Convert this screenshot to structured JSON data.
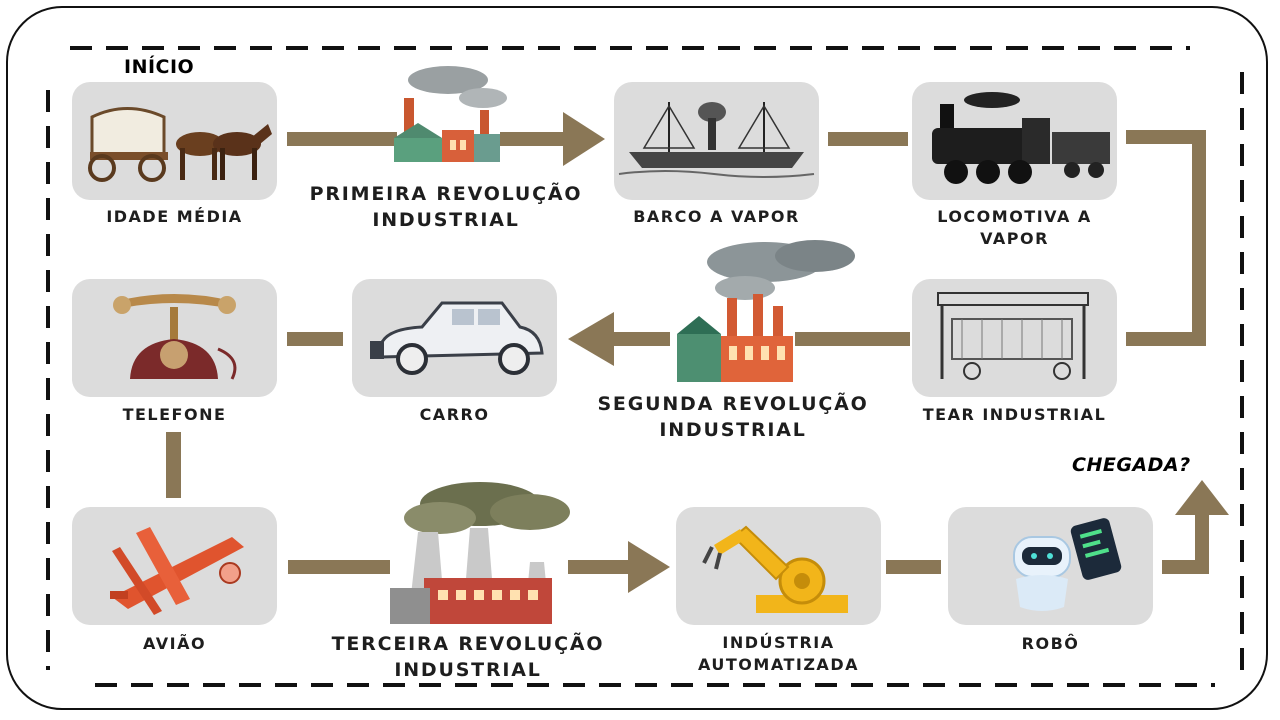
{
  "start_label": "INÍCIO",
  "end_label": "CHEGADA?",
  "stages": {
    "idade_media": "IDADE MÉDIA",
    "primeira_rev_1": "PRIMEIRA REVOLUÇÃO",
    "primeira_rev_2": "INDUSTRIAL",
    "barco": "BARCO A VAPOR",
    "locomotiva_1": "LOCOMOTIVA A",
    "locomotiva_2": "VAPOR",
    "tear": "TEAR INDUSTRIAL",
    "segunda_rev_1": "SEGUNDA REVOLUÇÃO",
    "segunda_rev_2": "INDUSTRIAL",
    "carro": "CARRO",
    "telefone": "TELEFONE",
    "aviao": "AVIÃO",
    "terceira_rev_1": "TERCEIRA REVOLUÇÃO",
    "terceira_rev_2": "INDUSTRIAL",
    "industria_1": "INDÚSTRIA",
    "industria_2": "AUTOMATIZADA",
    "robo": "ROBÔ"
  },
  "colors": {
    "connector": "#8a7756",
    "tile": "#dcdcdc",
    "text": "#1e1e1e"
  }
}
